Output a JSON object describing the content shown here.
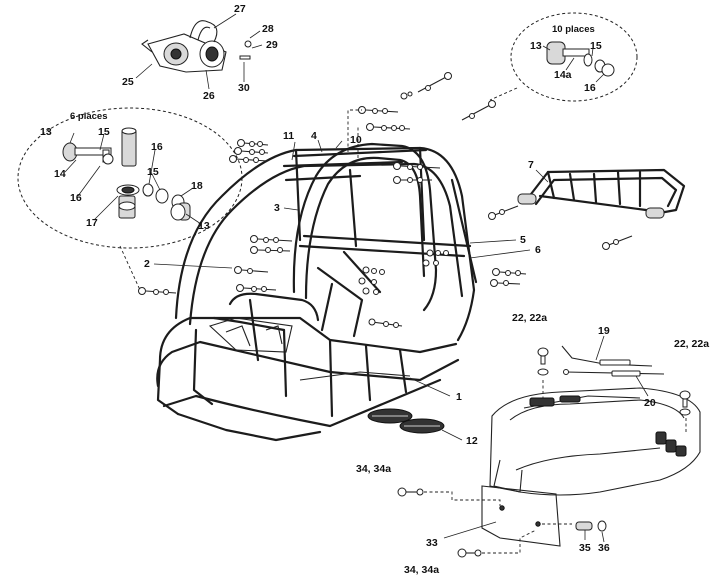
{
  "diagram": {
    "callouts": {
      "c1": "1",
      "c2": "2",
      "c3": "3",
      "c4": "4",
      "c5": "5",
      "c6": "6",
      "c7": "7",
      "c10": "10",
      "c11": "11",
      "c12": "12",
      "c13a": "13",
      "c13b": "13",
      "c13c": "13",
      "c14": "14",
      "c14a": "14a",
      "c15a": "15",
      "c15b": "15",
      "c15c": "15",
      "c16a": "16",
      "c16b": "16",
      "c16c": "16",
      "c17": "17",
      "c18": "18",
      "c19": "19",
      "c20": "20",
      "c22a": "22, 22a",
      "c22b": "22, 22a",
      "c25": "25",
      "c26": "26",
      "c27": "27",
      "c28": "28",
      "c29": "29",
      "c30": "30",
      "c33": "33",
      "c34a": "34, 34a",
      "c34b": "34, 34a",
      "c35": "35",
      "c36": "36"
    },
    "notes": {
      "six_places": "6 places",
      "ten_places": "10 places"
    }
  }
}
